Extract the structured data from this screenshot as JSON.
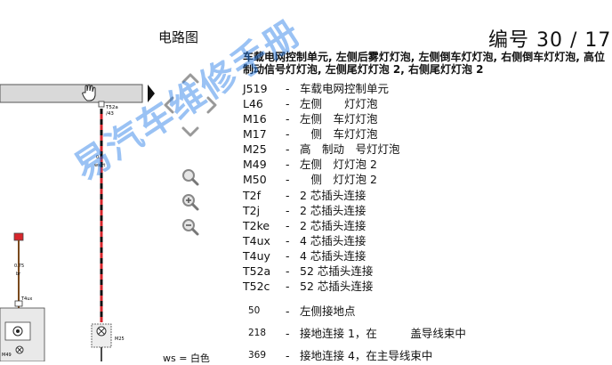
{
  "header": {
    "diagram_label": "电路图",
    "number_label": "编号",
    "page_number": "30 / 17"
  },
  "description": "车载电网控制单元, 左侧后雾灯灯泡, 左侧倒车灯灯泡, 右侧倒车灯灯泡, 高位制动信号灯灯泡, 左侧尾灯灯泡 2, 右侧尾灯灯泡 2",
  "legend": [
    {
      "code": "J519",
      "text": "车载电网控制单元"
    },
    {
      "code": "L46",
      "text": "左侧　　灯灯泡"
    },
    {
      "code": "M16",
      "text": "左侧　车灯灯泡"
    },
    {
      "code": "M17",
      "text": "　侧　车灯灯泡"
    },
    {
      "code": "M25",
      "text": "高　制动　号灯灯泡"
    },
    {
      "code": "M49",
      "text": "左侧　灯灯泡 2"
    },
    {
      "code": "M50",
      "text": "　侧　灯灯泡 2"
    },
    {
      "code": "T2f",
      "text": "2 芯插头连接"
    },
    {
      "code": "T2j",
      "text": "2 芯插头连接"
    },
    {
      "code": "T2ke",
      "text": "2 芯插头连接"
    },
    {
      "code": "T4ux",
      "text": "4 芯插头连接"
    },
    {
      "code": "T4uy",
      "text": "4 芯插头连接"
    },
    {
      "code": "T52a",
      "text": "52 芯插头连接"
    },
    {
      "code": "T52c",
      "text": "52 芯插头连接"
    },
    {
      "code": "50",
      "text": "左侧接地点"
    },
    {
      "code": "218",
      "text": "接地连接 1，在　　　盖导线束中"
    },
    {
      "code": "369",
      "text": "接地连接 4，在主导线束中"
    }
  ],
  "diagram": {
    "connector_top_label": "T52a",
    "connector_top_pin": "/43",
    "wire_gauge": "0.5",
    "wire_color_code": "ws/rt",
    "left_gauge": "0.75",
    "left_color": "br",
    "left_connector": "T4ux",
    "component_left": "M49",
    "component_right": "M25",
    "bottom_note": "ws = 白色"
  },
  "watermark": "易汽车维修手册",
  "colors": {
    "wire_red": "#d7262c",
    "wire_black": "#111111",
    "bar_gray": "#d9d9d9",
    "watermark": "#1e78e6"
  },
  "icons": {
    "hand": "hand-cursor-icon",
    "nav": [
      "chevron-up-icon",
      "chevron-left-icon",
      "chevron-right-icon",
      "chevron-down-icon"
    ],
    "zoom": [
      "zoom-icon",
      "zoom-in-icon",
      "zoom-out-icon"
    ]
  }
}
